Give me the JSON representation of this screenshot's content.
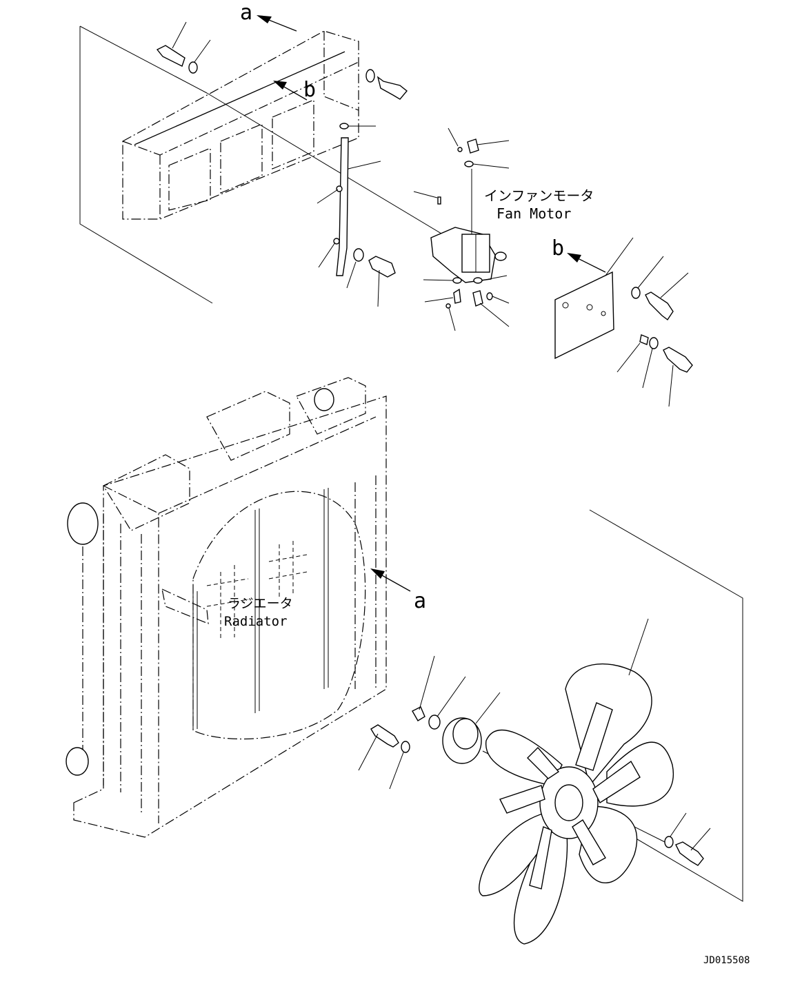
{
  "drawing_id": "JD015508",
  "labels": {
    "fan_motor_jp": "インファンモータ",
    "fan_motor_en": "Fan Motor",
    "radiator_jp": "ラジエータ",
    "radiator_en": "Radiator"
  },
  "view_markers": {
    "a_top": "a",
    "a_mid": "a",
    "b_frame": "b",
    "b_plate": "b"
  }
}
